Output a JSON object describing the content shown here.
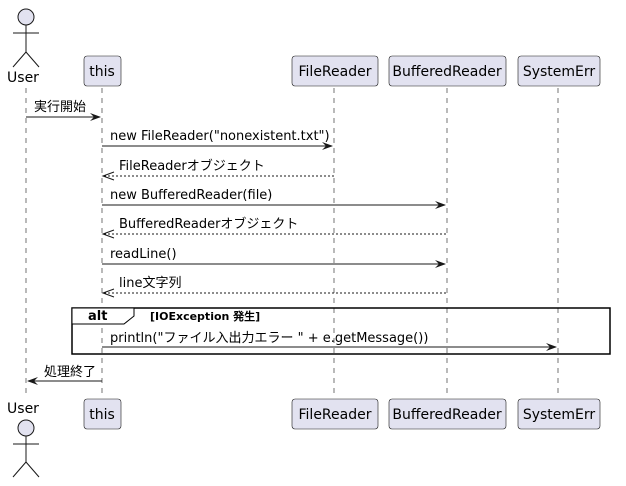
{
  "participants": {
    "user": "User",
    "this": "this",
    "filereader": "FileReader",
    "bufferedreader": "BufferedReader",
    "systemerr": "SystemErr"
  },
  "messages": {
    "m1": "実行開始",
    "m2": "new FileReader(\"nonexistent.txt\")",
    "m3": "FileReaderオブジェクト",
    "m4": "new BufferedReader(file)",
    "m5": "BufferedReaderオブジェクト",
    "m6": "readLine()",
    "m7": "line文字列",
    "m8": "println(\"ファイル入出力エラー  \" + e.getMessage())",
    "m9": "処理終了"
  },
  "alt": {
    "keyword": "alt",
    "guard": "[IOException 発生]"
  }
}
